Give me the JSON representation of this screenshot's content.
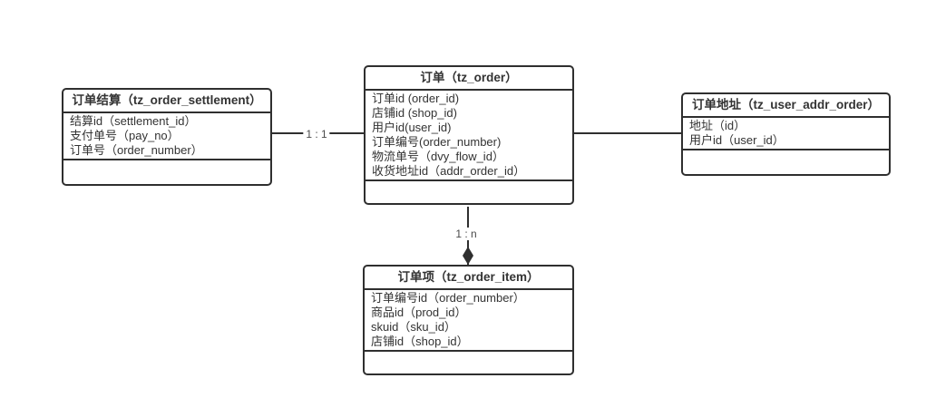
{
  "diagram": {
    "type": "entity-relationship",
    "colors": {
      "background": "#ffffff",
      "line": "#2f2f2f",
      "text": "#333333",
      "relation_label": "#4a4a4a"
    },
    "entities": [
      {
        "id": "tz_order_settlement",
        "title": "订单结算（tz_order_settlement）",
        "fields": [
          "结算id（settlement_id）",
          "支付单号（pay_no）",
          "订单号（order_number）"
        ]
      },
      {
        "id": "tz_order",
        "title": "订单（tz_order）",
        "fields": [
          "订单id (order_id)",
          "店铺id (shop_id)",
          "用户id(user_id)",
          "订单编号(order_number)",
          "物流单号（dvy_flow_id）",
          "收货地址id（addr_order_id）"
        ]
      },
      {
        "id": "tz_user_addr_order",
        "title": "订单地址（tz_user_addr_order）",
        "fields": [
          "地址（id）",
          "用户id（user_id）"
        ]
      },
      {
        "id": "tz_order_item",
        "title": "订单项（tz_order_item）",
        "fields": [
          "订单编号id（order_number）",
          "商品id（prod_id）",
          "skuid（sku_id）",
          "店铺id（shop_id）"
        ]
      }
    ],
    "relations": [
      {
        "from": "tz_order_settlement",
        "to": "tz_order",
        "label": "1 : 1",
        "marker": "none"
      },
      {
        "from": "tz_order",
        "to": "tz_user_addr_order",
        "label": "",
        "marker": "none"
      },
      {
        "from": "tz_order",
        "to": "tz_order_item",
        "label": "1 : n",
        "marker": "filled-diamond"
      }
    ]
  }
}
